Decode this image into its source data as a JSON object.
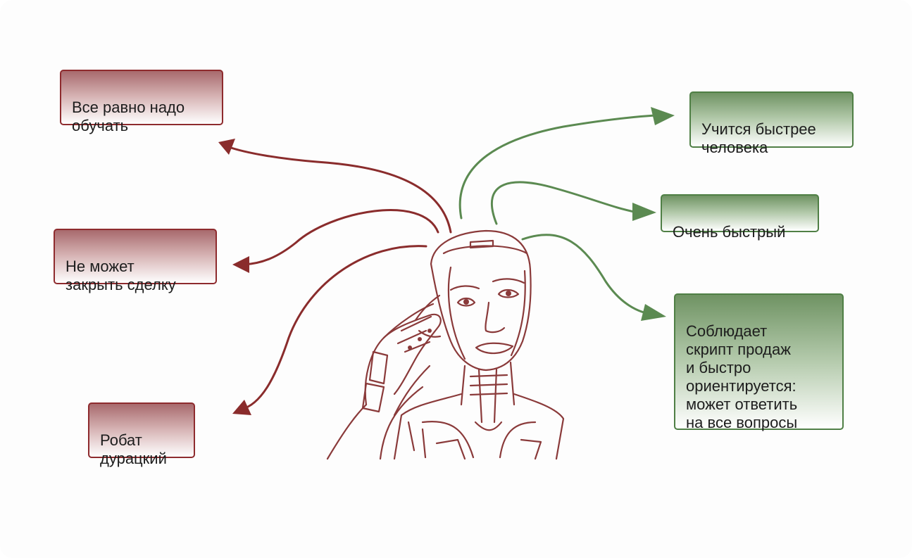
{
  "colors": {
    "con_border": "#8e2b2e",
    "con_arrow": "#8a2c2c",
    "pro_border": "#4f7f45",
    "pro_arrow": "#5b8a51",
    "robot_line": "#8a3a3a"
  },
  "cons": [
    {
      "text": "Все равно надо\nобучать"
    },
    {
      "text": "Не может\nзакрыть сделку"
    },
    {
      "text": "Робат\nдурацкий"
    }
  ],
  "pros": [
    {
      "text": "Учится быстрее\nчеловека"
    },
    {
      "text": "Очень быстрый"
    },
    {
      "text": "Соблюдает\nскрипт продаж\nи быстро\nориентируется:\nможет ответить\nна все вопросы"
    }
  ],
  "illustration": {
    "icon": "robot-thinking-icon"
  }
}
